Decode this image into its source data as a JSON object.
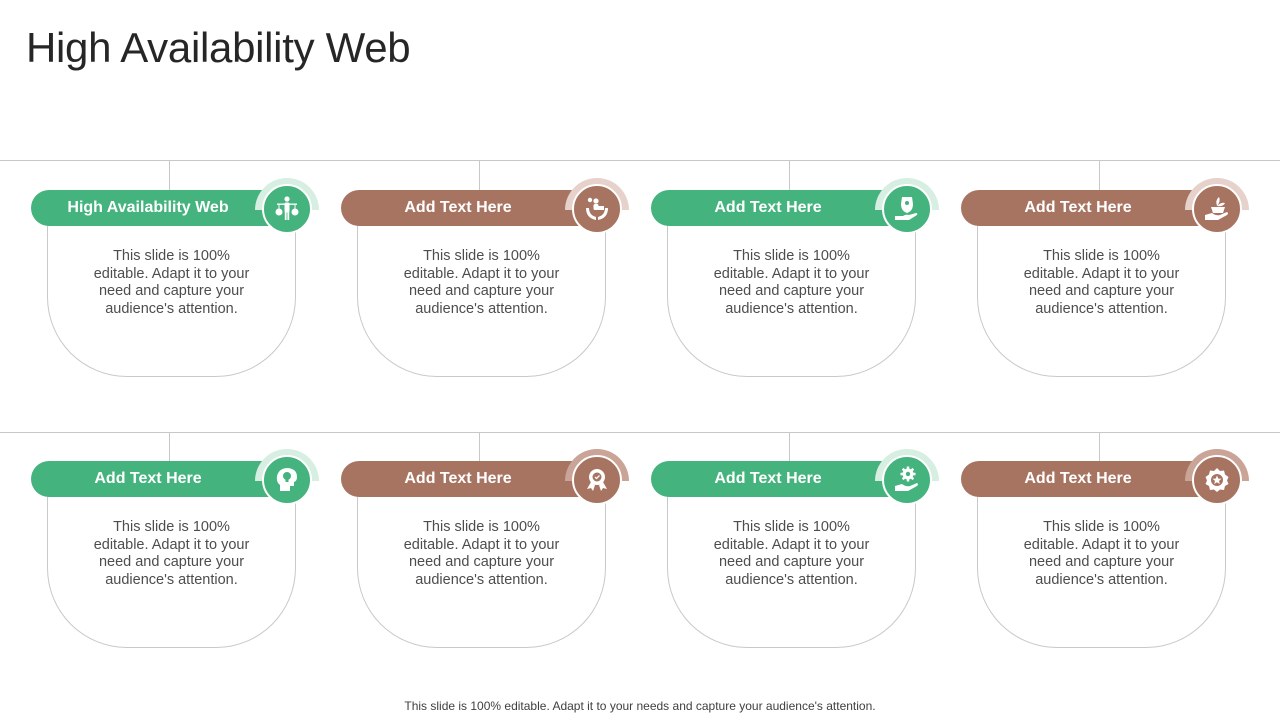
{
  "title": "High Availability Web",
  "colors": {
    "green": "#45b37d",
    "brown": "#a87462",
    "line": "#c8c8c8"
  },
  "rows": [
    {
      "cards": [
        {
          "label": "High Availability  Web",
          "desc": "This slide is 100% editable. Adapt it to your need and capture your audience's attention.",
          "color": "green",
          "icon": "scales-person-icon"
        },
        {
          "label": "Add  Text Here",
          "desc": "This slide is 100% editable. Adapt it to your need and capture your audience's attention.",
          "color": "brown",
          "icon": "hands-person-icon"
        },
        {
          "label": "Add  Text Here",
          "desc": "This slide is 100% editable. Adapt it to your need and capture your audience's attention.",
          "color": "green",
          "icon": "shield-hand-icon"
        },
        {
          "label": "Add  Text Here",
          "desc": "This slide is 100% editable. Adapt it to your need and capture your audience's attention.",
          "color": "brown",
          "icon": "plant-hand-icon"
        }
      ]
    },
    {
      "cards": [
        {
          "label": "Add  Text Here",
          "desc": "This slide is 100% editable. Adapt it to your need and capture your audience's attention.",
          "color": "green",
          "icon": "head-bulb-icon"
        },
        {
          "label": "Add  Text Here",
          "desc": "This slide is 100% editable. Adapt it to your need and capture your audience's attention.",
          "color": "brown",
          "icon": "award-badge-icon"
        },
        {
          "label": "Add  Text Here",
          "desc": "This slide is 100% editable. Adapt it to your need and capture your audience's attention.",
          "color": "green",
          "icon": "gear-hand-icon"
        },
        {
          "label": "Add  Text Here",
          "desc": "This slide is 100% editable. Adapt it to your need and capture your audience's attention.",
          "color": "brown",
          "icon": "star-badge-icon"
        }
      ]
    }
  ],
  "footer": "This slide is 100% editable. Adapt it to your needs and capture your audience's attention."
}
